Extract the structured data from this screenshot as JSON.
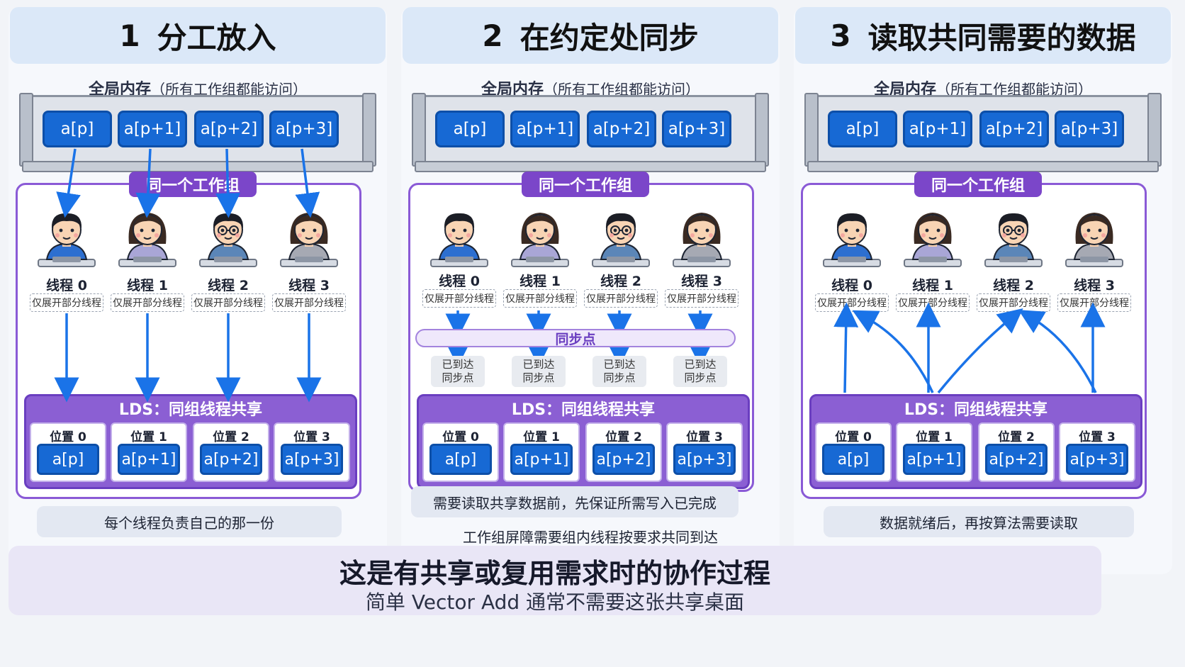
{
  "panels": [
    {
      "num": "1",
      "title": "分工放入",
      "caption": "每个线程负责自己的那一份"
    },
    {
      "num": "2",
      "title": "在约定处同步",
      "caption": "需要读取共享数据前，先保证所需写入已完成",
      "note": "工作组屏障需要组内线程按要求共同到达",
      "sync_label": "同步点",
      "arrived_label": [
        "已到达",
        "同步点"
      ]
    },
    {
      "num": "3",
      "title": "读取共同需要的数据",
      "caption": "数据就绪后，再按算法需要读取"
    }
  ],
  "global_memory": {
    "label": "全局内存",
    "sub": "（所有工作组都能访问）",
    "cells": [
      "a[p]",
      "a[p+1]",
      "a[p+2]",
      "a[p+3]"
    ]
  },
  "workgroup_label": "同一个工作组",
  "threads": [
    {
      "name": "线程 0",
      "note": "仅展开部分线程"
    },
    {
      "name": "线程 1",
      "note": "仅展开部分线程"
    },
    {
      "name": "线程 2",
      "note": "仅展开部分线程"
    },
    {
      "name": "线程 3",
      "note": "仅展开部分线程"
    }
  ],
  "lds": {
    "title": "LDS：同组线程共享",
    "slots": [
      {
        "label": "位置 0",
        "value": "a[p]"
      },
      {
        "label": "位置 1",
        "value": "a[p+1]"
      },
      {
        "label": "位置 2",
        "value": "a[p+2]"
      },
      {
        "label": "位置 3",
        "value": "a[p+3]"
      }
    ]
  },
  "footer": {
    "title": "这是有共享或复用需求时的协作过程",
    "subtitle": "简单 Vector Add 通常不需要这张共享桌面"
  },
  "colors": {
    "arrow": "#1a73e8",
    "workgroup": "#7b46c9",
    "memory_cell": "#1769d4"
  }
}
